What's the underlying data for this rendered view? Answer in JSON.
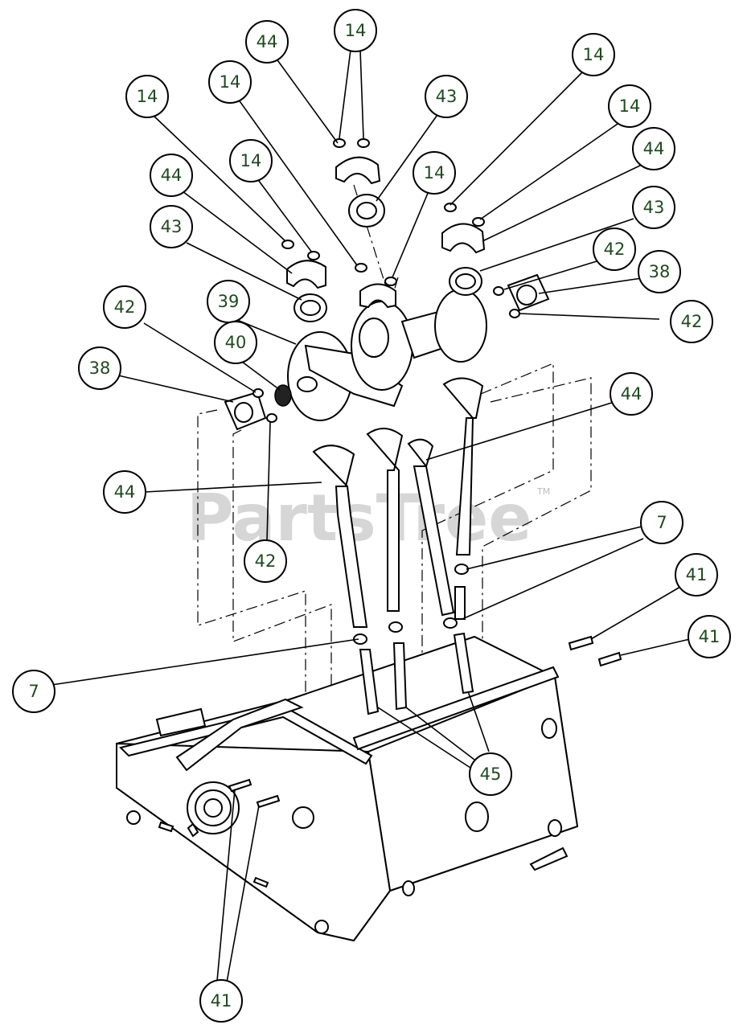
{
  "watermark": {
    "text": "PartsTree",
    "mark": "TM"
  },
  "callouts": [
    {
      "id": "c14a",
      "label": "14"
    },
    {
      "id": "c44a",
      "label": "44"
    },
    {
      "id": "c14b",
      "label": "14"
    },
    {
      "id": "c43a",
      "label": "43"
    },
    {
      "id": "c14c",
      "label": "14"
    },
    {
      "id": "c14d",
      "label": "14"
    },
    {
      "id": "c14e",
      "label": "14"
    },
    {
      "id": "c44b",
      "label": "44"
    },
    {
      "id": "c14f",
      "label": "14"
    },
    {
      "id": "c44c",
      "label": "44"
    },
    {
      "id": "c14g",
      "label": "14"
    },
    {
      "id": "c43b",
      "label": "43"
    },
    {
      "id": "c43c",
      "label": "43"
    },
    {
      "id": "c42a",
      "label": "42"
    },
    {
      "id": "c39",
      "label": "39"
    },
    {
      "id": "c38a",
      "label": "38"
    },
    {
      "id": "c42b",
      "label": "42"
    },
    {
      "id": "c40",
      "label": "40"
    },
    {
      "id": "c42c",
      "label": "42"
    },
    {
      "id": "c38b",
      "label": "38"
    },
    {
      "id": "c44d",
      "label": "44"
    },
    {
      "id": "c44e",
      "label": "44"
    },
    {
      "id": "c42d",
      "label": "42"
    },
    {
      "id": "c7a",
      "label": "7"
    },
    {
      "id": "c41a",
      "label": "41"
    },
    {
      "id": "c41b",
      "label": "41"
    },
    {
      "id": "c7b",
      "label": "7"
    },
    {
      "id": "c45",
      "label": "45"
    },
    {
      "id": "c41c",
      "label": "41"
    }
  ]
}
